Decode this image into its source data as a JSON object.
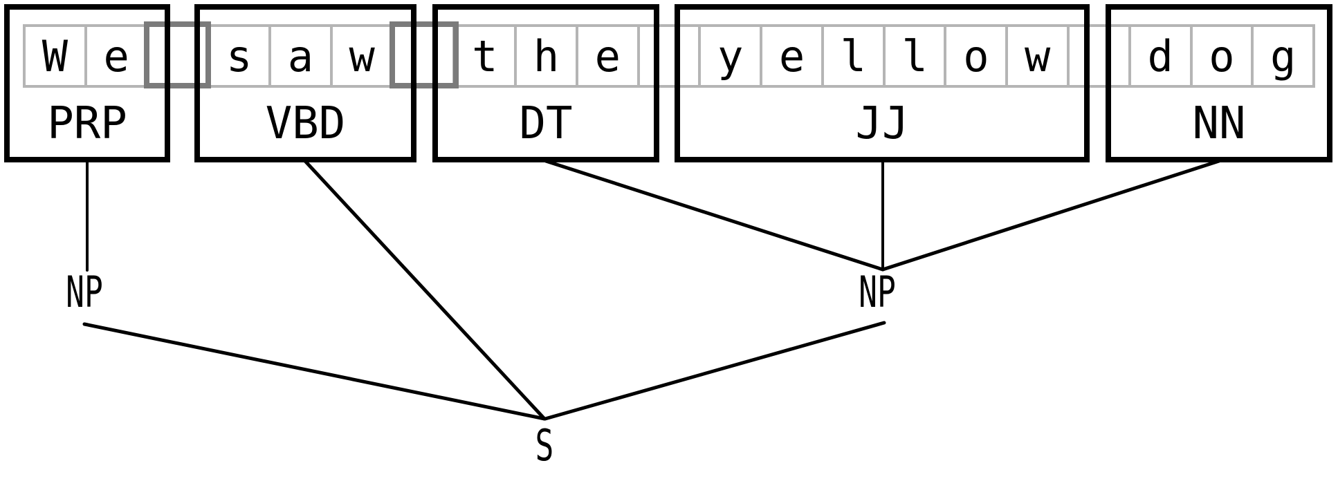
{
  "sentence": "We saw the yellow dog",
  "strip": {
    "cells": [
      "W",
      "e",
      " ",
      "s",
      "a",
      "w",
      " ",
      "t",
      "h",
      "e",
      " ",
      "y",
      "e",
      "l",
      "l",
      "o",
      "w",
      " ",
      "d",
      "o",
      "g"
    ]
  },
  "tokens": [
    {
      "word": "We",
      "tag": "PRP"
    },
    {
      "word": "saw",
      "tag": "VBD"
    },
    {
      "word": "the",
      "tag": "DT"
    },
    {
      "word": "yellow",
      "tag": "JJ"
    },
    {
      "word": "dog",
      "tag": "NN"
    }
  ],
  "tree": {
    "root": {
      "label": "S",
      "children": [
        "NP",
        "VBD",
        "NP"
      ]
    },
    "phrases": [
      {
        "label": "NP",
        "children": [
          "PRP"
        ]
      },
      {
        "label": "NP",
        "children": [
          "DT",
          "JJ",
          "NN"
        ]
      }
    ]
  },
  "colors": {
    "ink": "#000000",
    "cell_border": "#b5b5b5",
    "space_box_border": "#7b7b7b",
    "background": "#ffffff"
  }
}
